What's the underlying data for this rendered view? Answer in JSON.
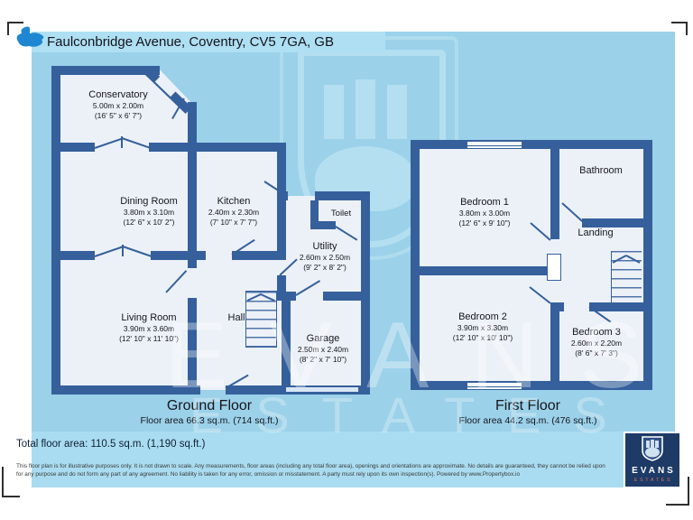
{
  "header": {
    "address": "Faulconbridge Avenue, Coventry, CV5 7GA, GB"
  },
  "floors": [
    {
      "title": "Ground Floor",
      "area": "Floor area 66.3 sq.m. (714 sq.ft.)",
      "rooms": [
        {
          "name": "Conservatory",
          "metric": "5.00m x 2.00m",
          "imperial": "(16' 5\" x 6' 7\")"
        },
        {
          "name": "Dining Room",
          "metric": "3.80m x 3.10m",
          "imperial": "(12' 6\" x 10' 2\")"
        },
        {
          "name": "Kitchen",
          "metric": "2.40m x 2.30m",
          "imperial": "(7' 10\" x 7' 7\")"
        },
        {
          "name": "Toilet"
        },
        {
          "name": "Utility",
          "metric": "2.60m x 2.50m",
          "imperial": "(9' 2\" x 8' 2\")"
        },
        {
          "name": "Living Room",
          "metric": "3.90m x 3.60m",
          "imperial": "(12' 10\" x 11' 10\")"
        },
        {
          "name": "Hall"
        },
        {
          "name": "Garage",
          "metric": "2.50m x 2.40m",
          "imperial": "(8' 2\" x 7' 10\")"
        }
      ]
    },
    {
      "title": "First Floor",
      "area": "Floor area 44.2 sq.m. (476 sq.ft.)",
      "rooms": [
        {
          "name": "Bedroom 1",
          "metric": "3.80m x 3.00m",
          "imperial": "(12' 6\" x 9' 10\")"
        },
        {
          "name": "Bathroom"
        },
        {
          "name": "Landing"
        },
        {
          "name": "Bedroom 2",
          "metric": "3.90m x 3.30m",
          "imperial": "(12' 10\" x 10' 10\")"
        },
        {
          "name": "Bedroom 3",
          "metric": "2.60m x 2.20m",
          "imperial": "(8' 6\" x 7' 3\")"
        }
      ]
    }
  ],
  "footer": {
    "total_area": "Total floor area: 110.5 sq.m. (1,190 sq.ft.)",
    "disclaimer": "This floor plan is for illustrative purposes only. It is not drawn to scale. Any measurements, floor areas (including any total floor area), openings and orientations are approximate. No details are guaranteed, they cannot be relied upon for any purpose and do not form any part of any agreement. No liability is taken for any error, omission or misstatement. A party must rely upon its own inspection(s). Powered by www.Propertybox.io"
  },
  "logo": {
    "line1": "EVANS",
    "line2": "ESTATES"
  },
  "watermark": {
    "line1": "EVANS",
    "line2": "ESTATES"
  },
  "colors": {
    "wall": "#35609c",
    "background": "#9bd1e9",
    "background_light": "#aedff2",
    "room_fill": "#ecf1f8",
    "brand_icon": "#1f87d2",
    "logo_background": "#1e3a66",
    "logo_estates_text": "#cd7260"
  }
}
